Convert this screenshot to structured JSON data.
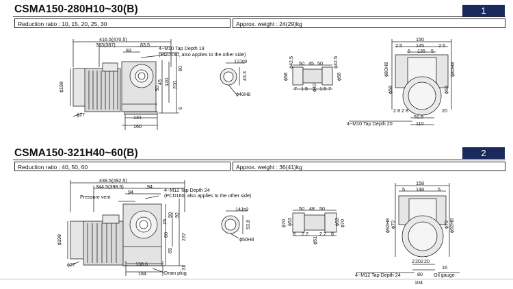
{
  "sections": [
    {
      "title": "CSMA150-280H10~30(B)",
      "badge": "1",
      "reduction_ratio": "Reduction ratio : 10, 15, 20, 25, 30",
      "approx_weight": "Approx. weight : 24(29)kg",
      "dims": {
        "d416": "416.5(470.5)",
        "d333": "333(387)",
        "d83_5": "83.5",
        "d83": "83",
        "tap": "4−M10 Tap Depth 19",
        "pcd": "(PCD160, also applies to the other side)",
        "phi198": "ϕ198",
        "phi27": "ϕ27",
        "d131": "131",
        "d160": "160",
        "d200": "200",
        "d120": "120",
        "d80": "80",
        "d6": "6",
        "d50": "50",
        "d45": "45",
        "key": "12Js9",
        "d43_3": "43.3",
        "bore": "ϕ40H8",
        "sv_50": "50",
        "sv_45": "45",
        "sv_50b": "50",
        "sv_phi58": "ϕ58",
        "sv_phi40": "ϕ40",
        "sv_phi42_5a": "ϕ42.5",
        "sv_phi42_5b": "ϕ42.5",
        "sv_phi58b": "ϕ58",
        "sv_7": "7",
        "sv_1_5a": "1.5",
        "sv_1_5b": "1.5",
        "sv_7b": "7",
        "ev_150": "150",
        "ev_2_5a": "2.5",
        "ev_145": "145",
        "ev_2_5b": "2.5",
        "ev_5a": "5",
        "ev_135": "135",
        "ev_5b": "5",
        "ev_phi80h8a": "ϕ80H8",
        "ev_phi80h8b": "ϕ80H8",
        "ev_phi58": "ϕ58",
        "ev_phi58b": "ϕ58",
        "ev_2_8a": "2",
        "ev_8a": "8",
        "ev_2_8b": "2",
        "ev_8b": "8",
        "ev_20": "20",
        "ev_91_8": "91.8",
        "ev_110": "110",
        "ev_tap": "4−M10 Tap Depth 20"
      }
    },
    {
      "title": "CSMA150-321H40~60(B)",
      "badge": "2",
      "reduction_ratio": "Reduction ratio : 40, 50, 60",
      "approx_weight": "Approx. weight : 36(41)kg",
      "dims": {
        "d438": "438.5(492.5)",
        "d344": "344.5(398.5)",
        "d94a": "94",
        "d94b": "94",
        "tap": "4−M12 Tap Depth 24",
        "pcd": "(PCD160, also applies to the other side)",
        "pressure_vent": "Pressure vent",
        "phi198": "ϕ198",
        "phi27": "ϕ27",
        "d138_6": "138.6",
        "d184": "184",
        "d237": "237",
        "d92": "92",
        "d90": "90",
        "d65": "65",
        "d31": "31",
        "d15": "15",
        "d80": "80",
        "drain_plug": "Drain plug",
        "key": "14Js9",
        "d53_8": "53.8",
        "bore": "ϕ50H8",
        "sv_50": "50",
        "sv_48": "48",
        "sv_50b": "50",
        "sv_phi70": "ϕ70",
        "sv_phi53": "ϕ53",
        "sv_phi53b": "ϕ53",
        "sv_phi70b": "ϕ70",
        "sv_phi51": "ϕ51",
        "sv_8": "8",
        "sv_2_2a": "2.2",
        "sv_2_2b": "2.2",
        "sv_8b": "8",
        "ev_158": "158",
        "ev_5a": "5",
        "ev_148": "148",
        "ev_5b": "5",
        "ev_phi92h8a": "ϕ92H8",
        "ev_phi92h8b": "ϕ92H8",
        "ev_phi70": "ϕ70",
        "ev_phi70b": "ϕ70",
        "ev_2_20a": "2",
        "ev_20a": "20",
        "ev_2_20b": "2",
        "ev_20b": "20",
        "ev_16": "16",
        "ev_80": "80",
        "ev_104": "104",
        "ev_tap": "4−M12 Tap Depth 24",
        "oil_gauge": "Oil gauge"
      }
    }
  ]
}
